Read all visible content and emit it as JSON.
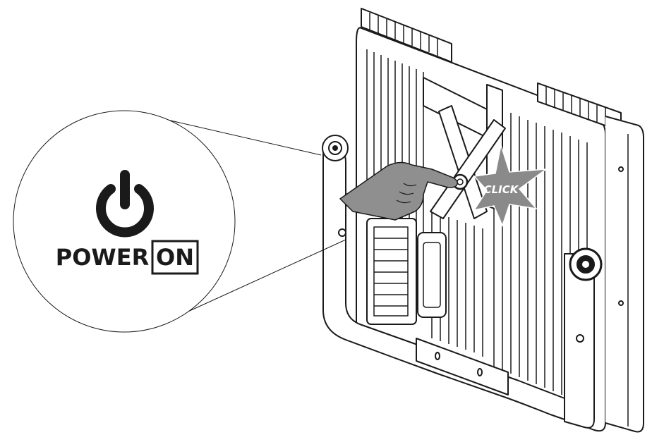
{
  "callout": {
    "icon": "power-icon",
    "power_label": "POWER",
    "on_label": "ON"
  },
  "burst": {
    "label": "CLICK !"
  },
  "colors": {
    "ink": "#1a1a1a",
    "hand_fill": "#8f8f8f",
    "burst_fill": "#8a8a8a",
    "background": "#ffffff"
  }
}
